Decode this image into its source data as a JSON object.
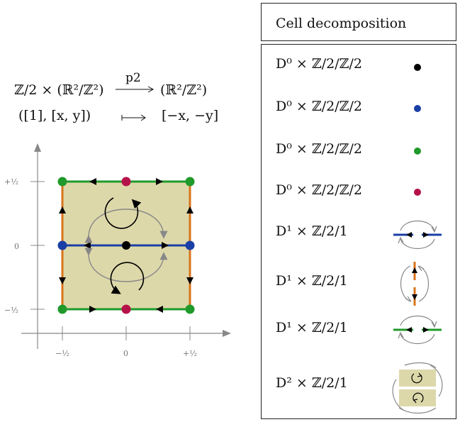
{
  "map": {
    "domain": "ℤ/2 × (ℝ²/ℤ²)",
    "arrow_label": "p2",
    "codomain": "(ℝ²/ℤ²)",
    "element": "([1], [x, y])",
    "image": "[−x, −y]"
  },
  "axes": {
    "x_ticks": [
      "−½",
      "0",
      "+½"
    ],
    "y_ticks": [
      "+½",
      "0",
      "−½"
    ]
  },
  "legend": {
    "title": "Cell decomposition",
    "rows": [
      {
        "label": "D⁰ × ℤ/2/ℤ/2",
        "glyph": "vertex",
        "color": "#000000"
      },
      {
        "label": "D⁰ × ℤ/2/ℤ/2",
        "glyph": "vertex",
        "color": "#1a3fa6"
      },
      {
        "label": "D⁰ × ℤ/2/ℤ/2",
        "glyph": "vertex",
        "color": "#1f9a2a"
      },
      {
        "label": "D⁰ × ℤ/2/ℤ/2",
        "glyph": "vertex",
        "color": "#b5124a"
      },
      {
        "label": "D¹ × ℤ/2/1",
        "glyph": "edge-horizontal",
        "color": "#1a3fa6"
      },
      {
        "label": "D¹ × ℤ/2/1",
        "glyph": "edge-vertical",
        "color": "#d9731a"
      },
      {
        "label": "D¹ × ℤ/2/1",
        "glyph": "edge-horizontal",
        "color": "#1f9a2a"
      },
      {
        "label": "D² × ℤ/2/1",
        "glyph": "face",
        "color": "#ddd8aa"
      }
    ]
  },
  "colors": {
    "fill": "#ddd8aa",
    "blue": "#1a3fa6",
    "green": "#1f9a2a",
    "orange": "#d9731a",
    "magenta": "#b5124a",
    "black": "#000000",
    "gray": "#888888"
  }
}
